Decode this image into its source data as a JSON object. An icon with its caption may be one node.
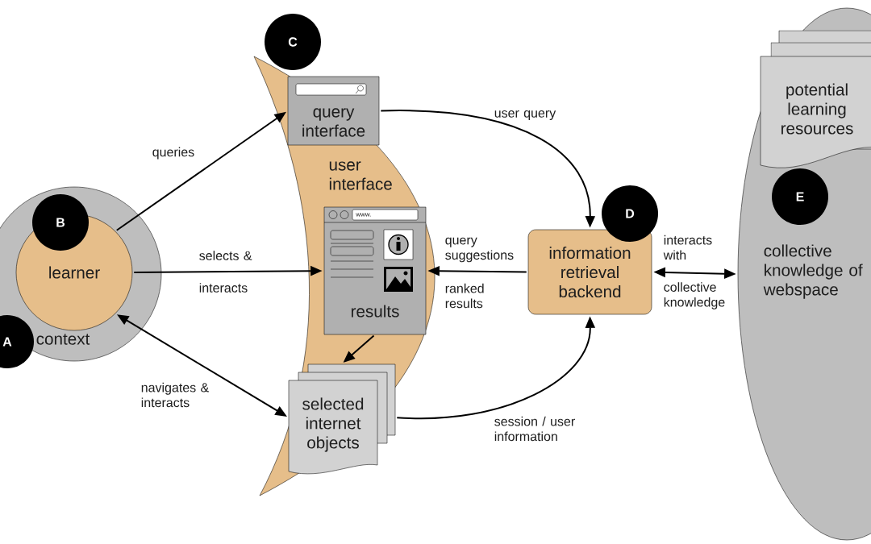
{
  "diagram": {
    "nodes": [
      {
        "text": [
          "context"
        ]
      },
      {
        "text": [
          "learner"
        ],
        "in": 0
      },
      {
        "text": [
          "user interface"
        ]
      },
      {
        "text": [
          "query interface"
        ],
        "in": 2
      },
      {
        "text": [
          "results"
        ],
        "in": 2
      },
      {
        "text": [
          "selected internet objects"
        ],
        "in": 2
      },
      {
        "text": [
          "information retrieval backend"
        ]
      },
      {
        "text": [
          "collective knowledge of webspace"
        ]
      },
      {
        "text": [
          "potential learning resources"
        ],
        "in": 7
      },
      {
        "text": [
          "A"
        ]
      },
      {
        "text": [
          "B"
        ],
        "in": 0
      },
      {
        "text": [
          "C"
        ]
      },
      {
        "text": [
          "D"
        ]
      },
      {
        "text": [
          "E"
        ],
        "in": 7
      }
    ],
    "edges": [
      {
        "from": 1,
        "to": 3,
        "arrow": "to",
        "label": "queries"
      },
      {
        "from": 1,
        "to": 4,
        "arrow": "to",
        "label": "selects & interacts"
      },
      {
        "from": 5,
        "to": 1,
        "arrow": "both",
        "label": "navigates & interacts"
      },
      {
        "from": 3,
        "to": 6,
        "arrow": "to",
        "label": "user query"
      },
      {
        "from": 6,
        "to": 4,
        "arrow": "to",
        "label": "query suggestions"
      },
      {
        "from": 4,
        "to": 5,
        "arrow": "to"
      },
      {
        "from": 6,
        "to": 7,
        "arrow": "both",
        "label": "interacts with"
      },
      {
        "from": 5,
        "to": 6,
        "arrow": "to",
        "label": "session / user information"
      }
    ],
    "labels": [
      "www.",
      "ranked results",
      "collective knowledge"
    ]
  }
}
